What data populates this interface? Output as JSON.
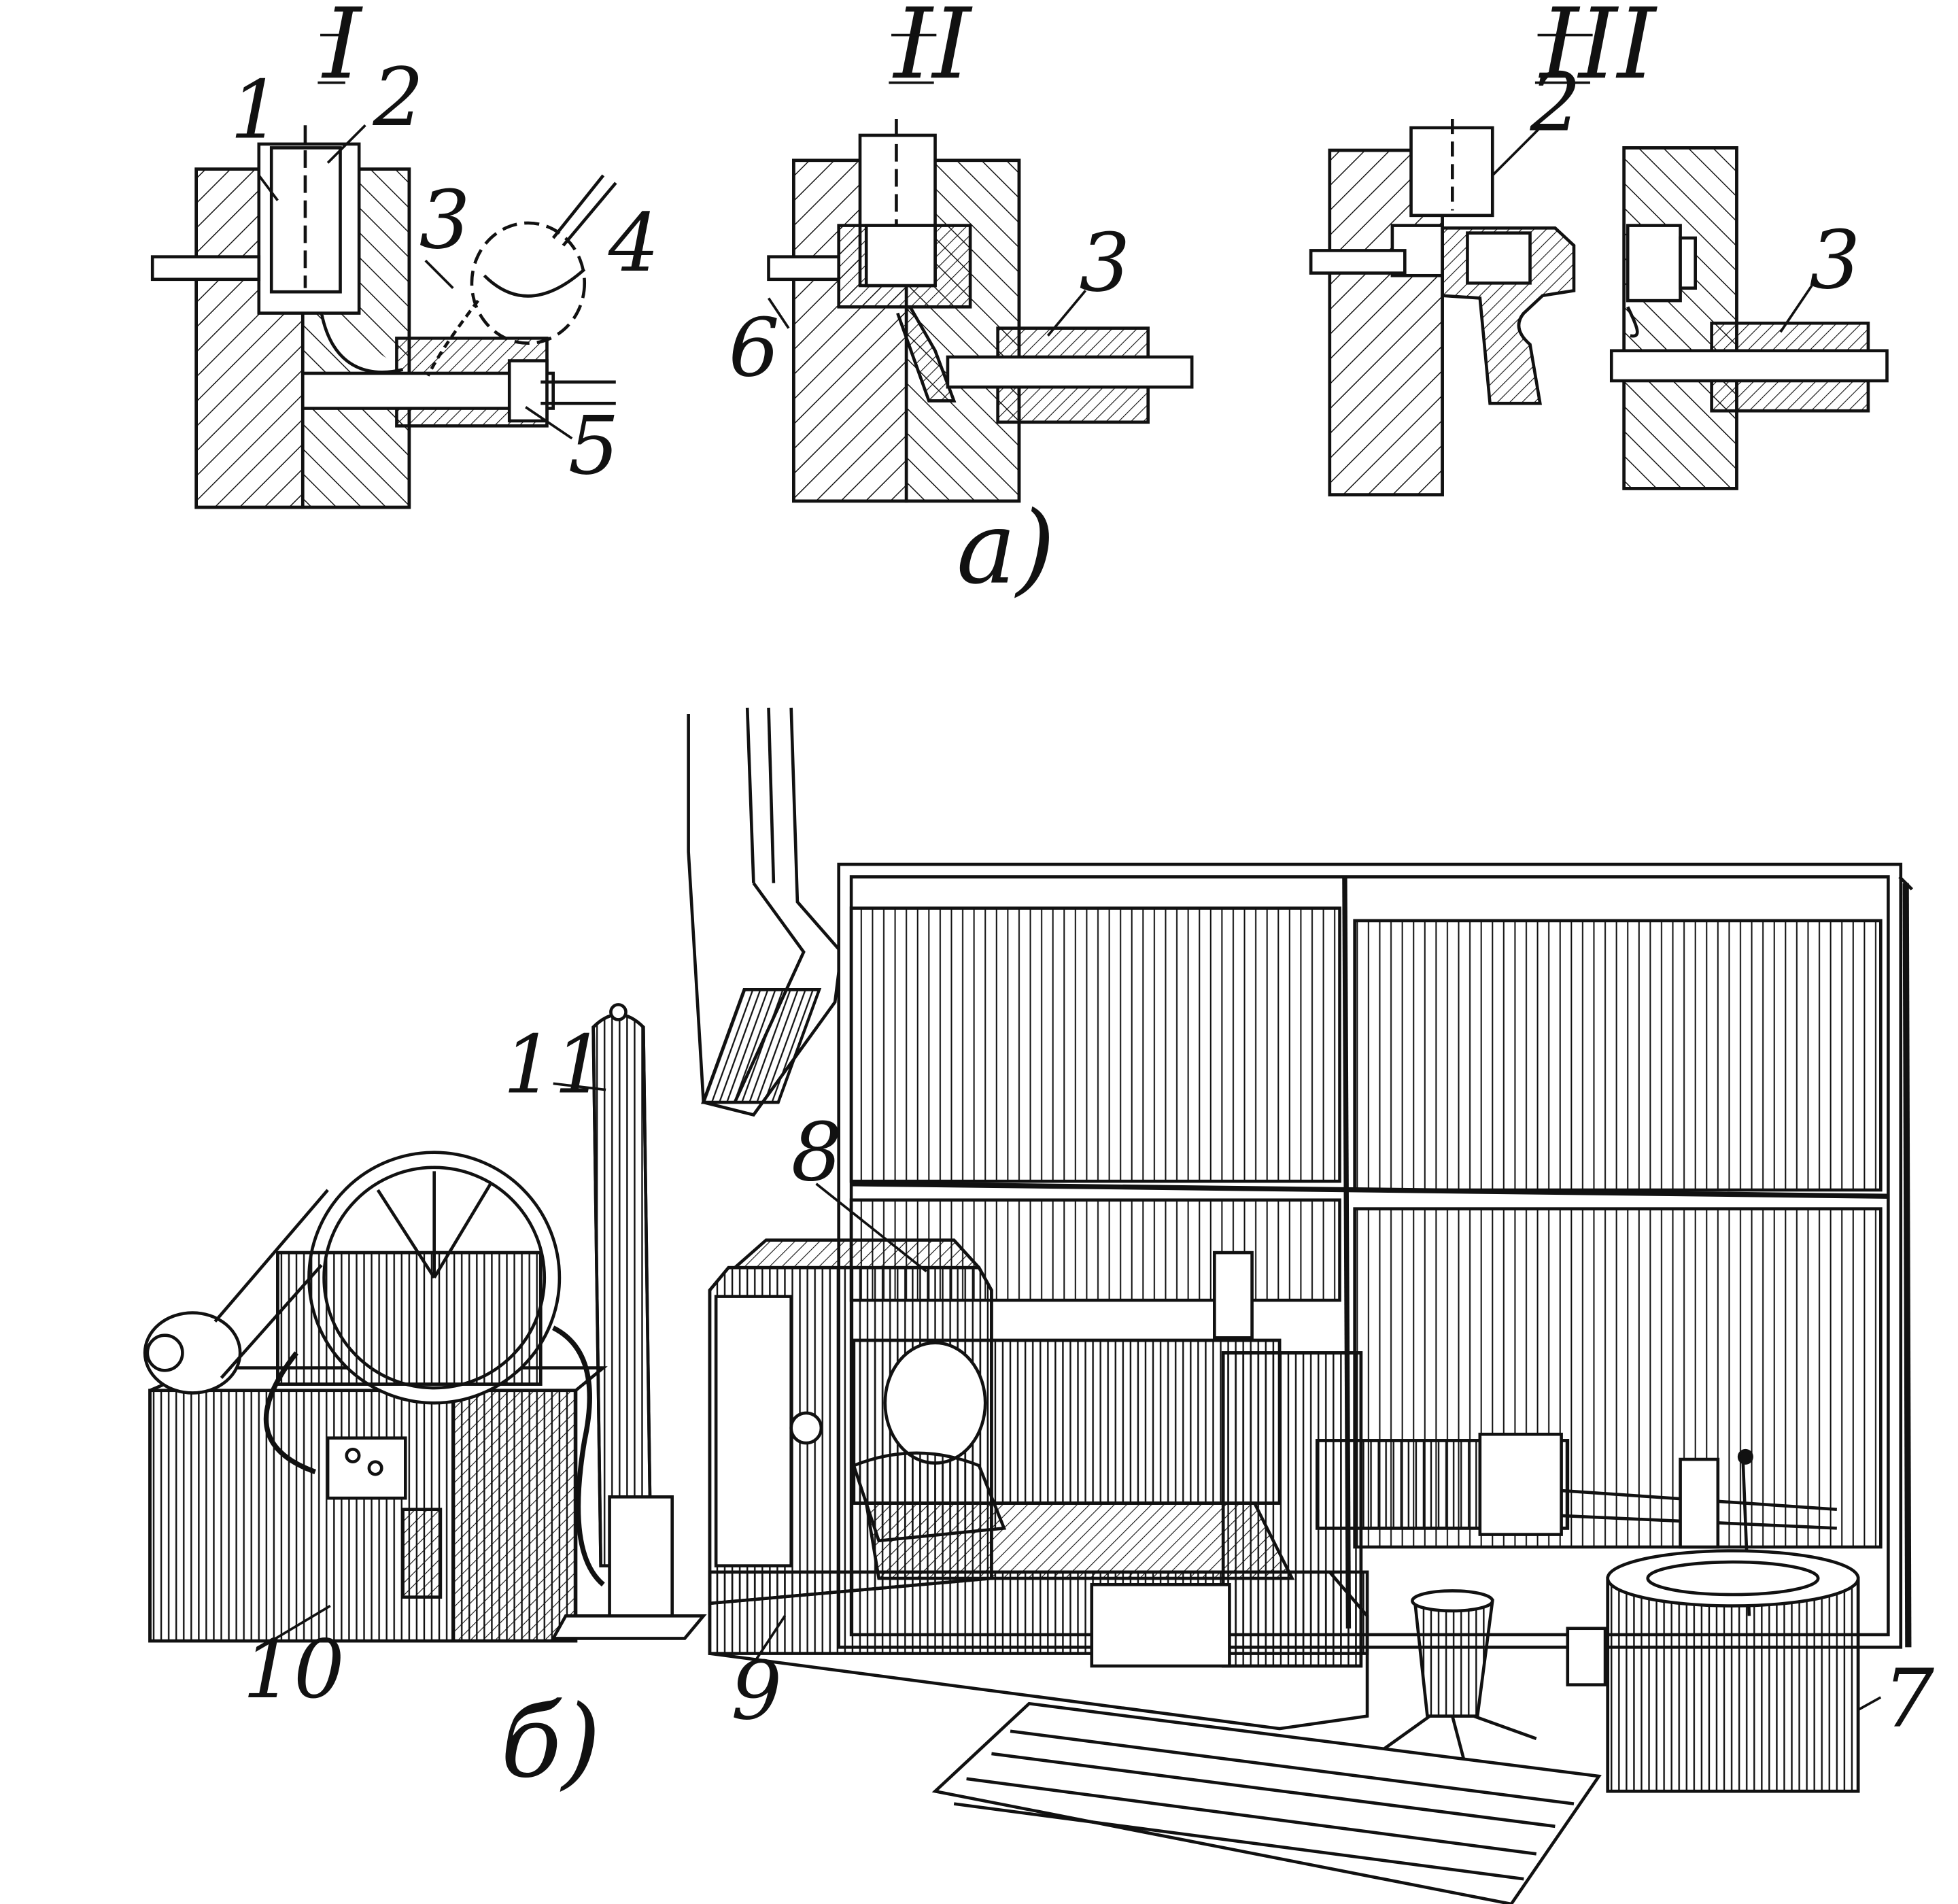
{
  "diagram": {
    "part_a": {
      "caption": "а)",
      "panels": [
        {
          "numeral": "I"
        },
        {
          "numeral": "II"
        },
        {
          "numeral": "III"
        }
      ],
      "callouts": {
        "p1_1": "1",
        "p1_2": "2",
        "p1_3": "3",
        "p1_4": "4",
        "p1_5": "5",
        "p2_6": "6",
        "p2_3": "3",
        "p3_2": "2",
        "p3_3": "3"
      }
    },
    "part_b": {
      "caption": "б)",
      "callouts": {
        "c7": "7",
        "c8": "8",
        "c9": "9",
        "c10": "10",
        "c11": "11"
      }
    }
  },
  "colors": {
    "ink": "#111111",
    "paper": "#ffffff"
  }
}
